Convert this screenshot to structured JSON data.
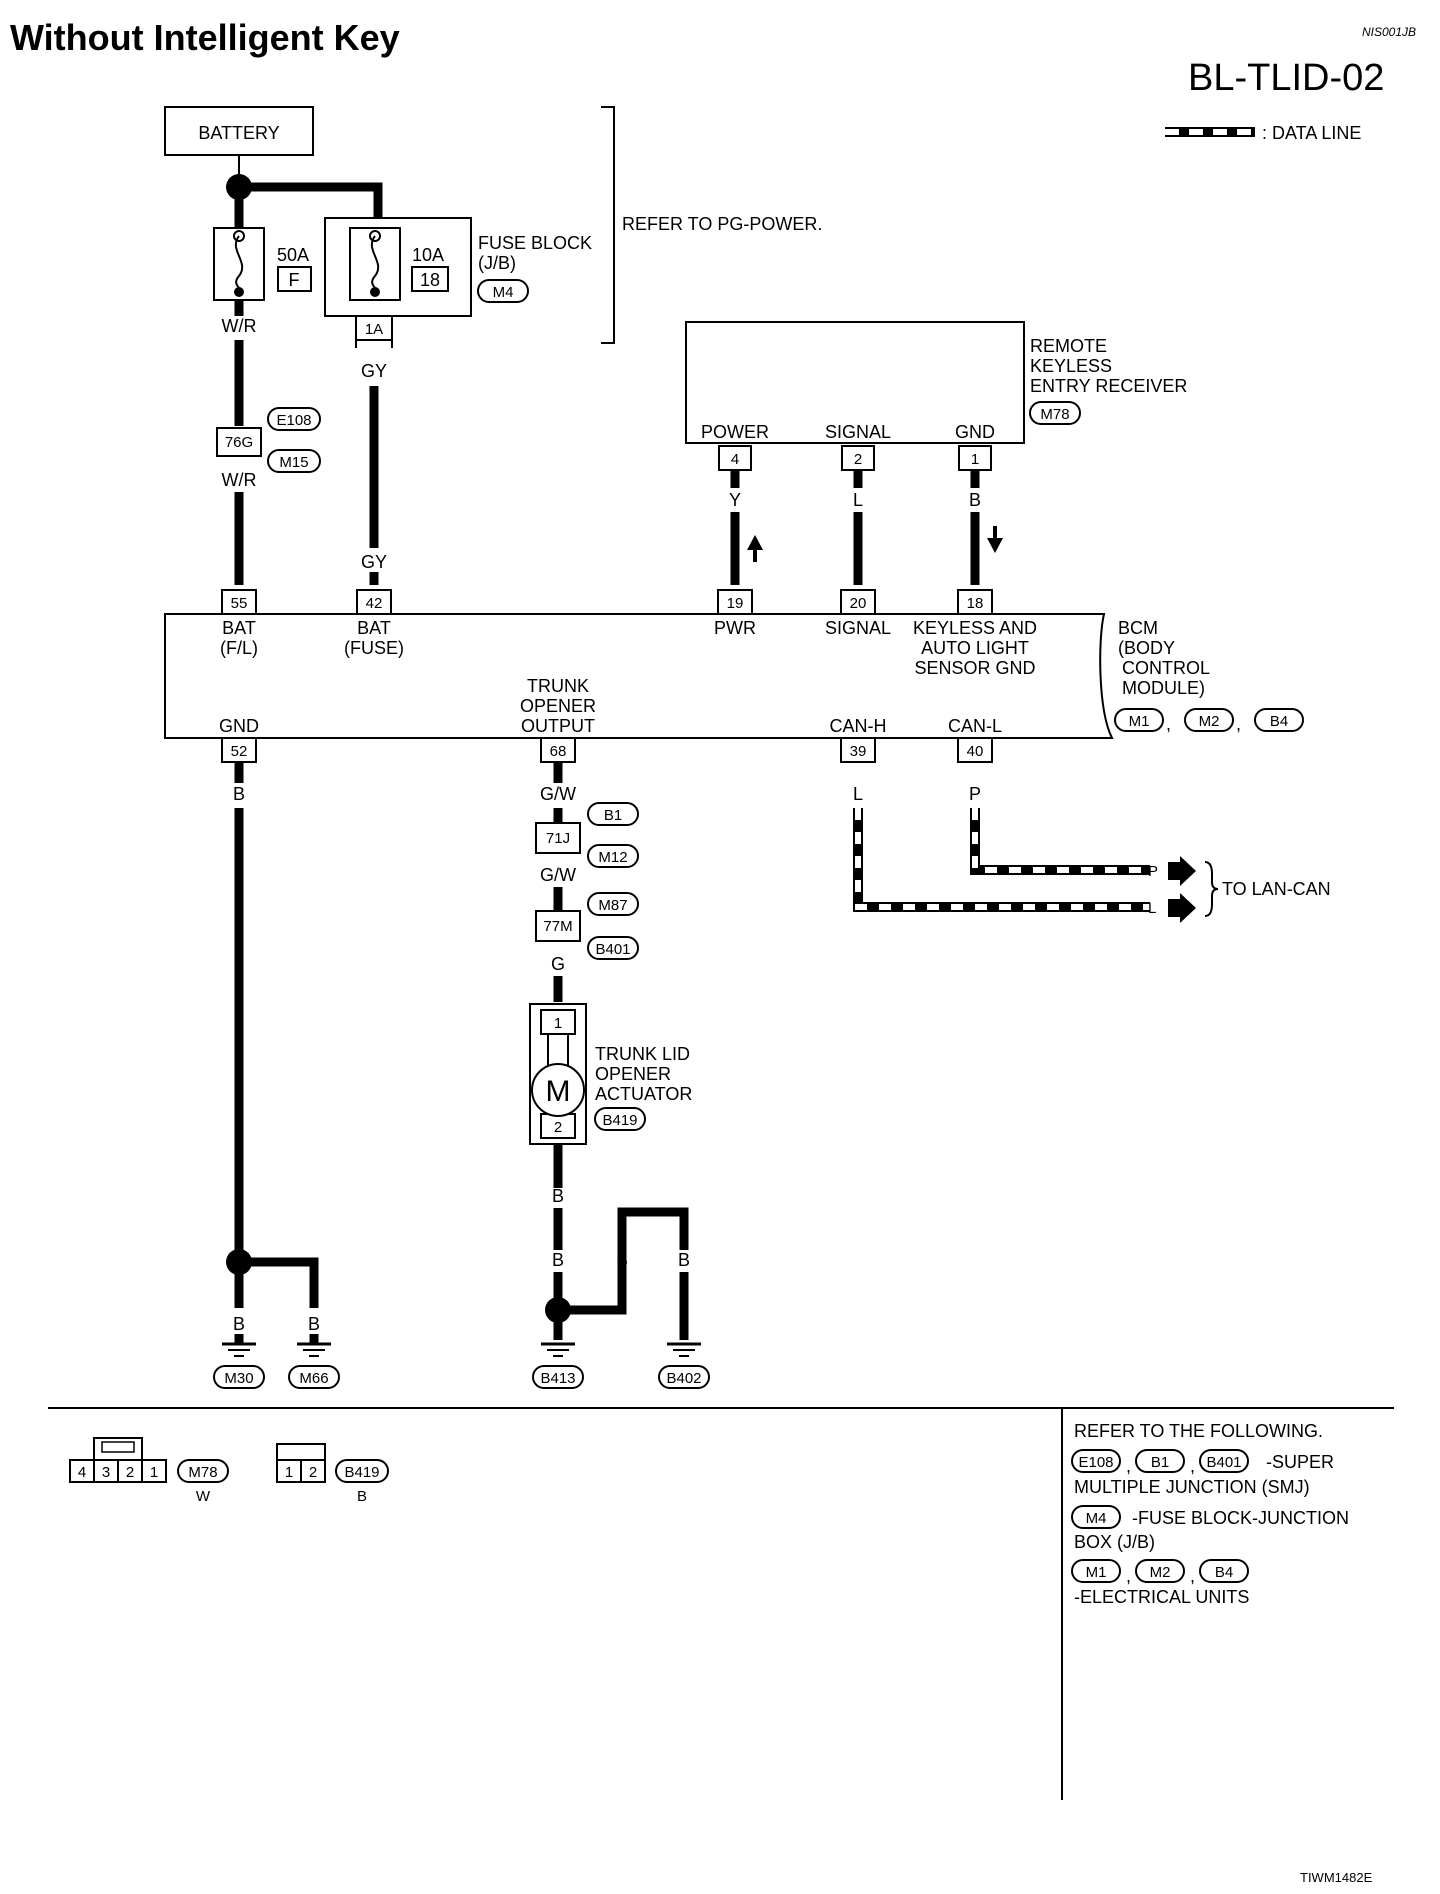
{
  "header": {
    "title": "Without Intelligent Key",
    "doc_code": "NIS001JB",
    "diagram_id": "BL-TLID-02",
    "legend_label": ": DATA LINE"
  },
  "battery": {
    "label": "BATTERY"
  },
  "fuses": [
    {
      "amps": "50A",
      "code": "F",
      "wire": "W/R"
    },
    {
      "amps": "10A",
      "code": "18",
      "wire": "GY",
      "terminal": "1A"
    }
  ],
  "fuse_block": {
    "line1": "FUSE BLOCK",
    "line2": "(J/B)",
    "connector": "M4"
  },
  "refer_power": "REFER TO PG-POWER.",
  "smj_e108": {
    "terminal": "76G",
    "connector_top": "E108",
    "connector_bottom": "M15",
    "wire_below": "W/R"
  },
  "receiver": {
    "line1": "REMOTE",
    "line2": "KEYLESS",
    "line3": "ENTRY RECEIVER",
    "connector": "M78",
    "pins": [
      {
        "name": "POWER",
        "num": "4",
        "wire": "Y"
      },
      {
        "name": "SIGNAL",
        "num": "2",
        "wire": "L"
      },
      {
        "name": "GND",
        "num": "1",
        "wire": "B"
      }
    ]
  },
  "bcm": {
    "line1": "BCM",
    "line2": "(BODY",
    "line3": "CONTROL",
    "line4": "MODULE)",
    "connectors": [
      "M1",
      "M2",
      "B4"
    ],
    "top_pins": [
      {
        "num": "55",
        "l1": "BAT",
        "l2": "(F/L)"
      },
      {
        "num": "42",
        "l1": "BAT",
        "l2": "(FUSE)",
        "wire": "GY"
      },
      {
        "num": "19",
        "l1": "PWR"
      },
      {
        "num": "20",
        "l1": "SIGNAL"
      },
      {
        "num": "18",
        "l1": "KEYLESS AND",
        "l2": "AUTO LIGHT",
        "l3": "SENSOR GND"
      }
    ],
    "bottom_pins": [
      {
        "num": "52",
        "l1": "GND",
        "wire": "B"
      },
      {
        "num": "68",
        "l1": "TRUNK",
        "l2": "OPENER",
        "l3": "OUTPUT",
        "wire": "G/W"
      },
      {
        "num": "39",
        "l1": "CAN-H",
        "wire": "L"
      },
      {
        "num": "40",
        "l1": "CAN-L",
        "wire": "P"
      }
    ]
  },
  "trunk_chain": {
    "j1": {
      "terminal": "71J",
      "top": "B1",
      "bottom": "M12",
      "wire_below": "G/W"
    },
    "j2": {
      "terminal": "77M",
      "top": "M87",
      "bottom": "B401",
      "wire_below": "G"
    }
  },
  "actuator": {
    "line1": "TRUNK LID",
    "line2": "OPENER",
    "line3": "ACTUATOR",
    "connector": "B419",
    "pin_top": "1",
    "pin_bottom": "2",
    "motor": "M",
    "wire_below": "B"
  },
  "lan": {
    "p": "P",
    "l": "L",
    "label": "TO LAN-CAN"
  },
  "grounds": [
    "M30",
    "M66",
    "B413",
    "B402"
  ],
  "ground_wire": "B",
  "connector_views": [
    {
      "pins": [
        "4",
        "3",
        "2",
        "1"
      ],
      "connector": "M78",
      "color": "W"
    },
    {
      "pins": [
        "1",
        "2"
      ],
      "connector": "B419",
      "color": "B"
    }
  ],
  "refer": {
    "title": "REFER TO THE FOLLOWING.",
    "g1": [
      "E108",
      "B1",
      "B401"
    ],
    "g1_text1": "-SUPER",
    "g1_text2": "MULTIPLE JUNCTION (SMJ)",
    "g2": [
      "M4"
    ],
    "g2_text1": "-FUSE BLOCK-JUNCTION",
    "g2_text2": "BOX (J/B)",
    "g3": [
      "M1",
      "M2",
      "B4"
    ],
    "g3_text1": "-ELECTRICAL UNITS"
  },
  "footer_code": "TIWM1482E"
}
